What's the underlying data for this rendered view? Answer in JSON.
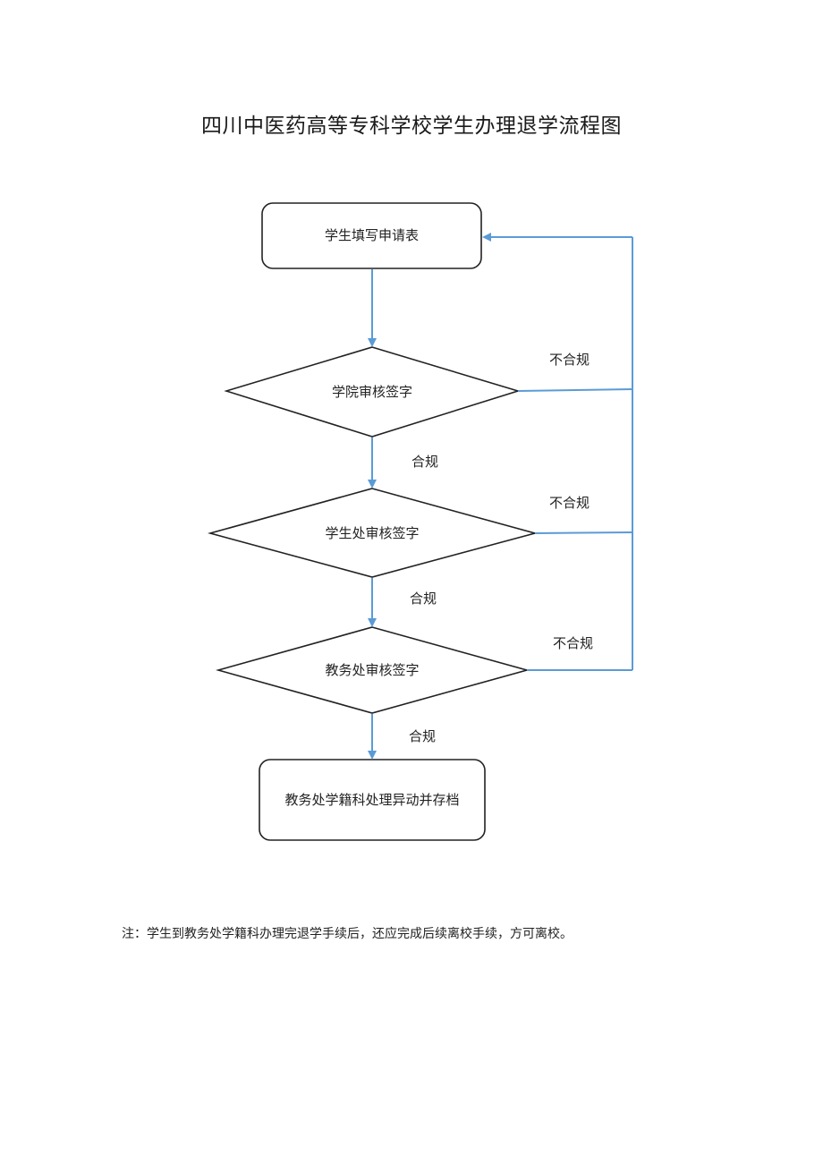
{
  "title": "四川中医药高等专科学校学生办理退学流程图",
  "nodes": {
    "start": "学生填写申请表",
    "college_review": "学院审核签字",
    "student_office_review": "学生处审核签字",
    "academic_office_review": "教务处审核签字",
    "end": "教务处学籍科处理异动并存档"
  },
  "edge_labels": {
    "compliant_1": "合规",
    "compliant_2": "合规",
    "compliant_3": "合规",
    "noncompliant_1": "不合规",
    "noncompliant_2": "不合规",
    "noncompliant_3": "不合规"
  },
  "note": "注：学生到教务处学籍科办理完退学手续后，还应完成后续离校手续，方可离校。",
  "colors": {
    "arrow": "#5b9bd5",
    "shape_border": "#222222"
  }
}
